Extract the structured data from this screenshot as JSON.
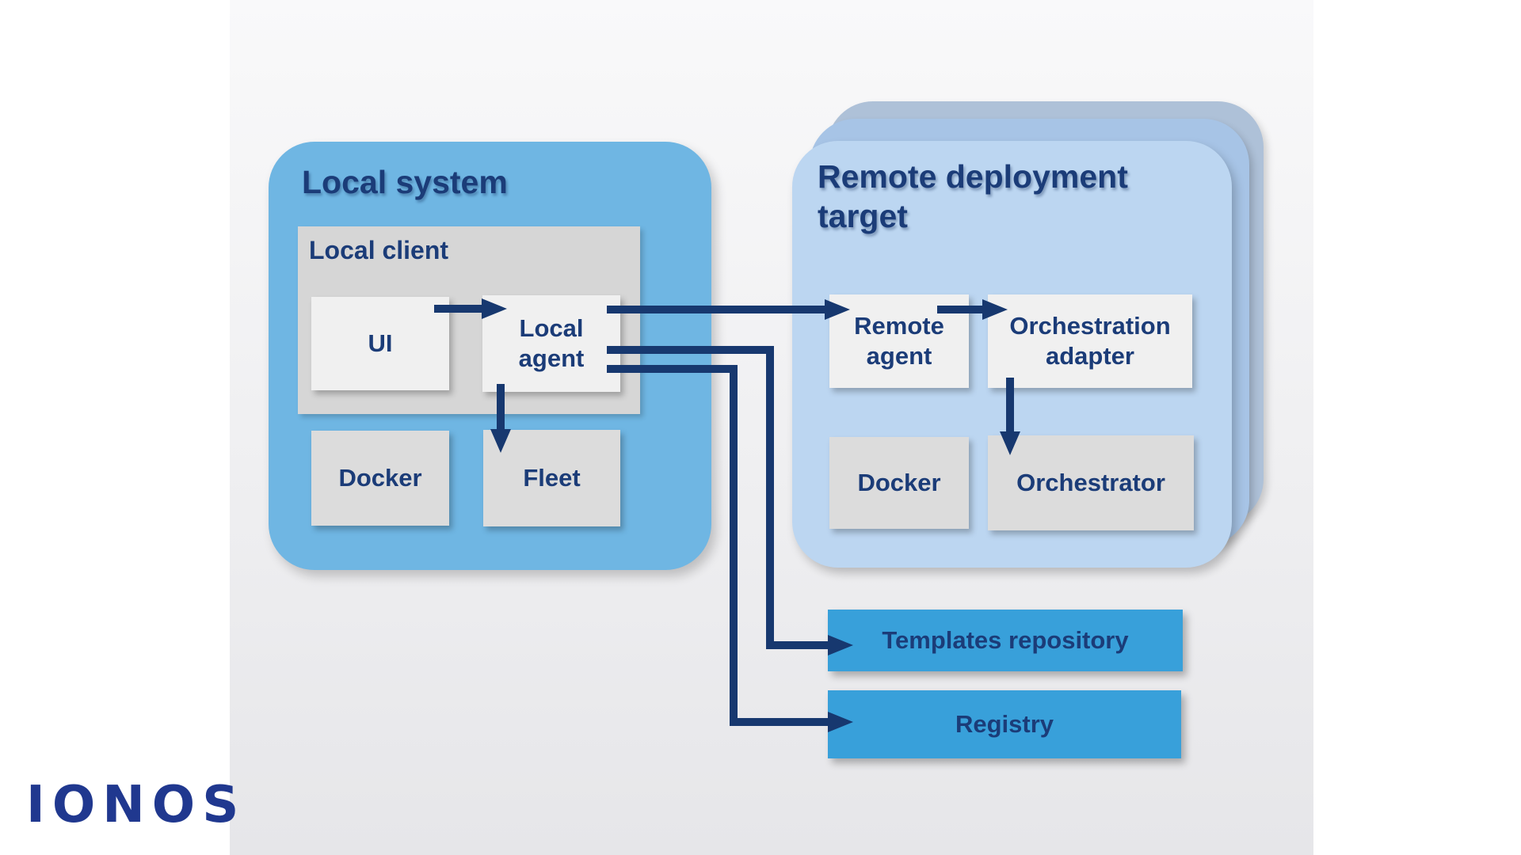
{
  "logo": {
    "text": "IONOS"
  },
  "local_system": {
    "title": "Local system",
    "client": {
      "title": "Local client",
      "nodes": {
        "ui": "UI",
        "local_agent": "Local agent"
      }
    },
    "nodes": {
      "docker": "Docker",
      "fleet": "Fleet"
    }
  },
  "remote_target": {
    "title": "Remote deployment target",
    "nodes": {
      "remote_agent": "Remote agent",
      "orchestration_adapter": "Orchestration adapter",
      "docker": "Docker",
      "orchestrator": "Orchestrator"
    }
  },
  "external": {
    "templates_repository": "Templates repository",
    "registry": "Registry"
  },
  "edges": [
    {
      "from": "ui",
      "to": "local-agent"
    },
    {
      "from": "local-agent",
      "to": "remote-agent"
    },
    {
      "from": "local-agent",
      "to": "templates-repository"
    },
    {
      "from": "local-agent",
      "to": "registry"
    },
    {
      "from": "local-agent",
      "to": "fleet"
    },
    {
      "from": "remote-agent",
      "to": "orchestration-adapter"
    },
    {
      "from": "orchestration-adapter",
      "to": "orchestrator"
    }
  ],
  "colors": {
    "line": "#17386f",
    "text_navy": "#1b3c78",
    "local_blue": "#6fb6e3",
    "remote_front": "#bcd6f1",
    "remote_mid": "#a7c4e6",
    "remote_back": "#aec1d8",
    "bar_blue": "#38a0da",
    "node_light": "#f0f0f0",
    "node_gray": "#dcdcdc",
    "client_gray": "#d6d6d6",
    "logo_blue": "#20388f"
  }
}
